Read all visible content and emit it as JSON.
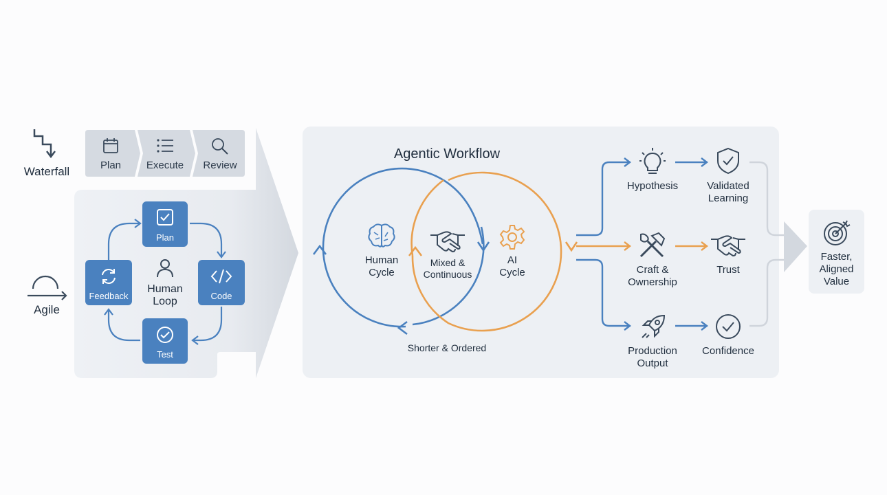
{
  "waterfall": {
    "label": "Waterfall",
    "steps": [
      {
        "label": "Plan",
        "icon": "calendar-icon"
      },
      {
        "label": "Execute",
        "icon": "list-icon"
      },
      {
        "label": "Review",
        "icon": "magnifier-icon"
      }
    ]
  },
  "agile": {
    "label": "Agile",
    "center_label": "Human\nLoop",
    "nodes": [
      {
        "label": "Plan",
        "icon": "checkbox-icon"
      },
      {
        "label": "Code",
        "icon": "code-icon"
      },
      {
        "label": "Test",
        "icon": "check-circle-icon"
      },
      {
        "label": "Feedback",
        "icon": "refresh-icon"
      }
    ]
  },
  "agentic": {
    "title": "Agentic Workflow",
    "human_cycle": "Human\nCycle",
    "ai_cycle": "AI\nCycle",
    "overlap": "Mixed &\nContinuous",
    "bottom": "Shorter & Ordered"
  },
  "outcomes": {
    "hypothesis": "Hypothesis",
    "validated": "Validated\nLearning",
    "craft": "Craft &\nOwnership",
    "trust": "Trust",
    "production": "Production\nOutput",
    "confidence": "Confidence"
  },
  "final": {
    "label": "Faster,\nAligned\nValue",
    "icon": "target-icon"
  },
  "colors": {
    "blue": "#4a81bf",
    "orange": "#e9a04f",
    "panel": "#edf0f4",
    "chevron": "#d5dae1"
  }
}
